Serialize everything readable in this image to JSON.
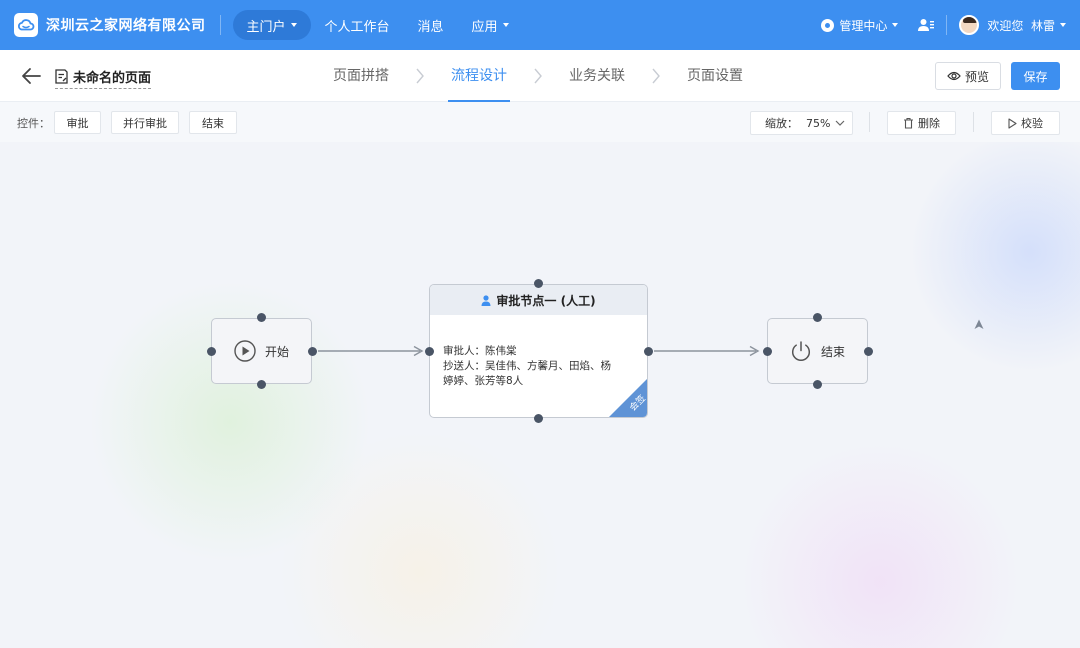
{
  "brand": {
    "name": "深圳云之家网络有限公司"
  },
  "nav": {
    "items": [
      {
        "label": "主门户",
        "dropdown": true,
        "active": true
      },
      {
        "label": "个人工作台",
        "dropdown": false
      },
      {
        "label": "消息",
        "dropdown": false
      },
      {
        "label": "应用",
        "dropdown": true
      }
    ]
  },
  "topright": {
    "admin": "管理中心",
    "welcome": "欢迎您  林雷"
  },
  "page": {
    "title": "未命名的页面",
    "steps": [
      "页面拼搭",
      "流程设计",
      "业务关联",
      "页面设置"
    ],
    "active_step": 1,
    "preview_label": "预览",
    "save_label": "保存"
  },
  "toolbar": {
    "controls_label": "控件：",
    "controls": [
      "审批",
      "并行审批",
      "结束"
    ],
    "zoom_label": "缩放：",
    "zoom_value": "75%",
    "delete_label": "删除",
    "validate_label": "校验"
  },
  "flow": {
    "start_label": "开始",
    "end_label": "结束",
    "approval": {
      "title": "审批节点一 (人工)",
      "approver_line": "审批人：陈伟棠",
      "cc_line": "抄送人：吴佳伟、方馨月、田焰、杨婷婷、张芳等8人",
      "badge": "会签"
    }
  },
  "colors": {
    "primary": "#3d8ff0",
    "node_border": "#c5cad2",
    "dot": "#4a5566"
  }
}
